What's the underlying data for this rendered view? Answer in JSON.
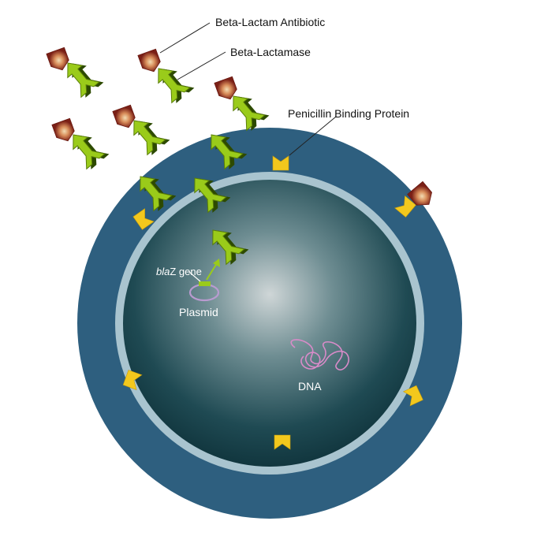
{
  "labels": {
    "antibiotic": "Beta-Lactam Antibiotic",
    "lactamase": "Beta-Lactamase",
    "pbp": "Penicillin Binding Protein",
    "gene_italic": "bla",
    "gene_rest": "Z gene",
    "plasmid": "Plasmid",
    "dna": "DNA"
  },
  "colors": {
    "background": "#ffffff",
    "cell_wall": "#2e5f7f",
    "membrane": "#a9c4cf",
    "cytoplasm_dark": "#0f3a44",
    "cytoplasm_light": "#c9d1d2",
    "pbp": "#f3c81d",
    "antibiotic": "#7a1f16",
    "antibiotic_core": "#e7c79c",
    "lactamase": "#9acb1a",
    "dna": "#d98bc9",
    "label_text": "#111111",
    "inner_text": "#ffffff"
  },
  "icons": {
    "enzyme": "forked-arrow-icon",
    "antibiotic": "pentagon-icon",
    "pbp": "notched-block-icon"
  }
}
